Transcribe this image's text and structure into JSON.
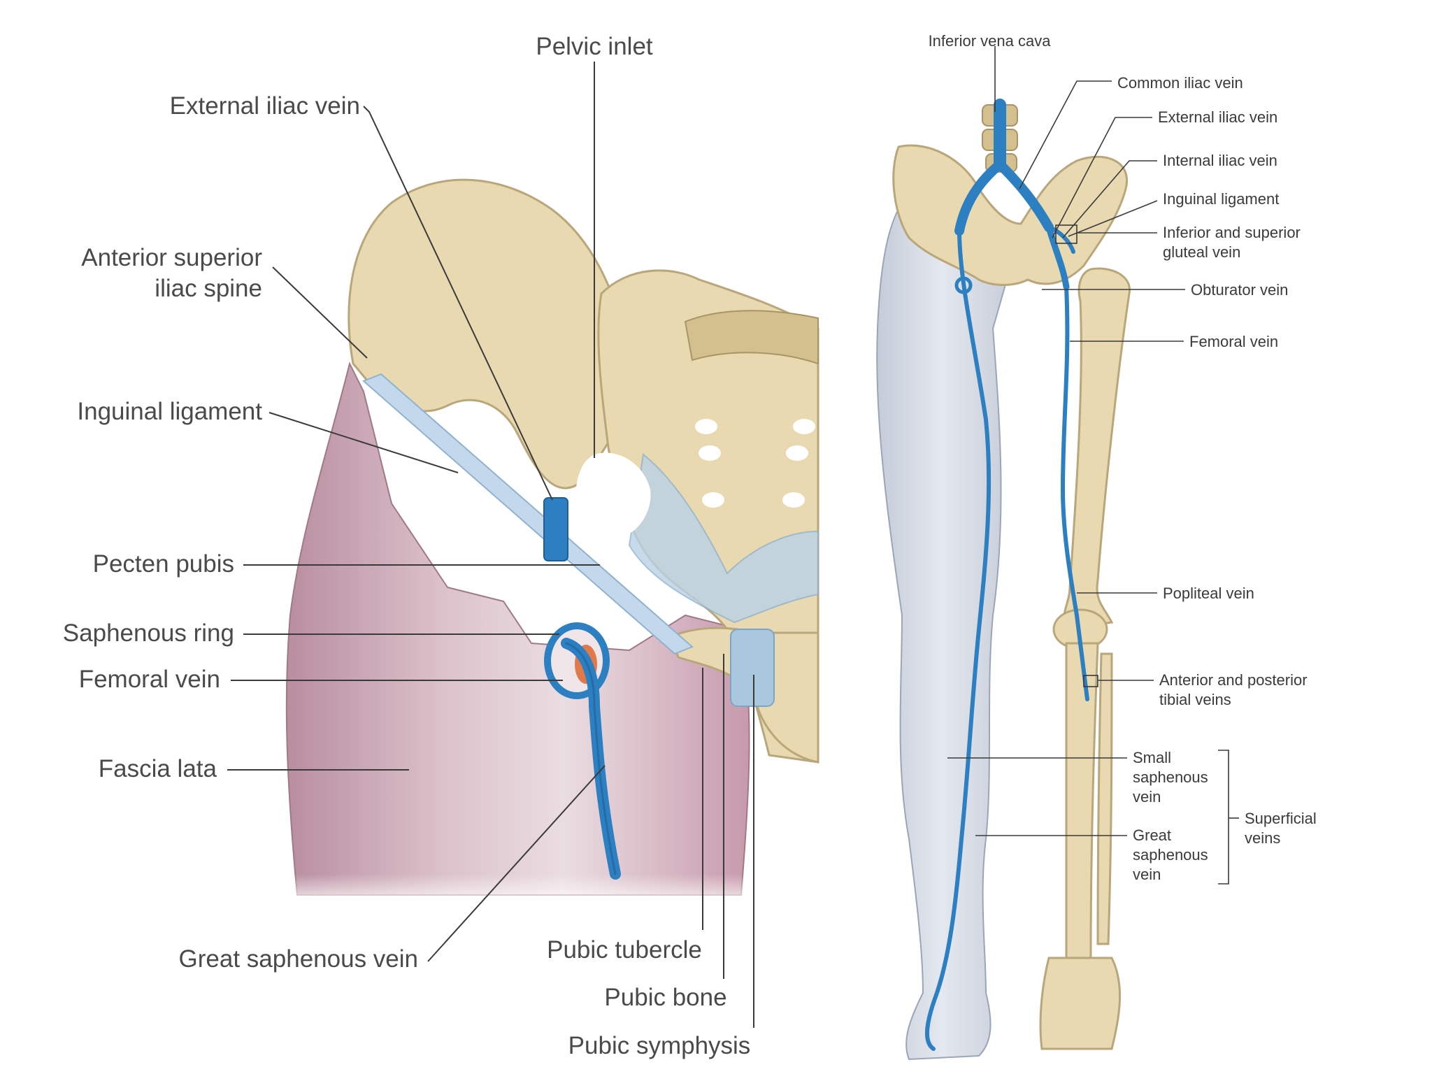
{
  "left_panel": {
    "labels": {
      "pelvic_inlet": "Pelvic inlet",
      "external_iliac_vein": "External iliac vein",
      "asis_line1": "Anterior superior",
      "asis_line2": "iliac spine",
      "inguinal_ligament": "Inguinal ligament",
      "pecten_pubis": "Pecten pubis",
      "saphenous_ring": "Saphenous ring",
      "femoral_vein": "Femoral vein",
      "fascia_lata": "Fascia lata",
      "great_saphenous_vein": "Great saphenous vein",
      "pubic_tubercle": "Pubic tubercle",
      "pubic_bone": "Pubic bone",
      "pubic_symphysis": "Pubic symphysis"
    }
  },
  "right_panel": {
    "labels": {
      "inferior_vena_cava": "Inferior vena cava",
      "common_iliac_vein": "Common iliac vein",
      "external_iliac_vein": "External iliac vein",
      "internal_iliac_vein": "Internal iliac vein",
      "inguinal_ligament": "Inguinal ligament",
      "gluteal_line1": "Inferior and superior",
      "gluteal_line2": "gluteal vein",
      "obturator_vein": "Obturator vein",
      "femoral_vein": "Femoral vein",
      "popliteal_vein": "Popliteal vein",
      "tibial_line1": "Anterior and posterior",
      "tibial_line2": "tibial veins",
      "small_line1": "Small",
      "small_line2": "saphenous",
      "small_line3": "vein",
      "great_line1": "Great",
      "great_line2": "saphenous",
      "great_line3": "vein",
      "superficial_line1": "Superficial",
      "superficial_line2": "veins"
    }
  },
  "colors": {
    "bone": "#e8d9b0",
    "vein": "#2c7fc0",
    "fascia": "#c9a7b4",
    "ligament": "#b9d2e6"
  }
}
